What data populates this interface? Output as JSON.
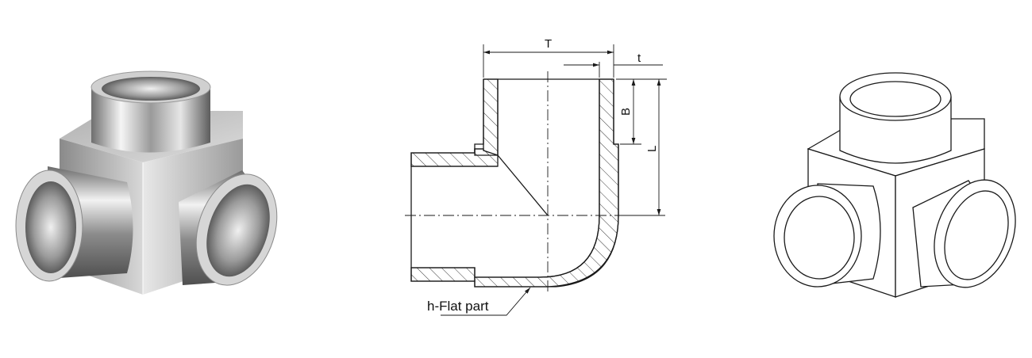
{
  "figure": {
    "photo_label": "",
    "section_drawing": {
      "dimension_labels": {
        "T": "T",
        "t": "t",
        "B": "B",
        "L": "L"
      },
      "callout": "h-Flat part"
    },
    "line_art_label": ""
  },
  "colors": {
    "line": "#1a1a1a",
    "hatch": "#3a3a3a",
    "metal_light": "#f2f2f2",
    "metal_mid": "#a9a9a9",
    "metal_dark": "#555555"
  }
}
